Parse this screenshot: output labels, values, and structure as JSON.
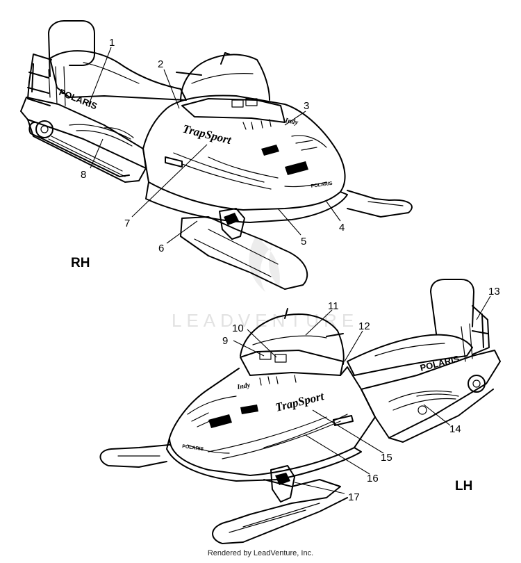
{
  "footer": "Rendered by LeadVenture, Inc.",
  "watermark": "LEADVENTURE",
  "side_labels": {
    "rh": "RH",
    "lh": "LH"
  },
  "decals": {
    "model_logo": "TrapSport",
    "brand": "POLARIS",
    "indy": "Indy"
  },
  "callouts": [
    "1",
    "2",
    "3",
    "4",
    "5",
    "6",
    "7",
    "8",
    "9",
    "10",
    "11",
    "12",
    "13",
    "14",
    "15",
    "16",
    "17"
  ]
}
